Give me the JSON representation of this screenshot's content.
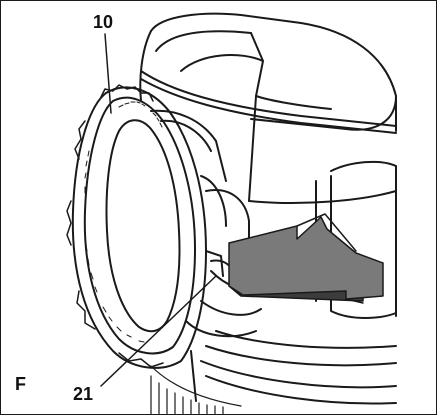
{
  "figure": {
    "letter": "F",
    "callouts": [
      {
        "id": "callout-10",
        "label": "10"
      },
      {
        "id": "callout-21",
        "label": "21"
      }
    ],
    "colors": {
      "line": "#1a1a1a",
      "arrow_fill": "#7a7a7a",
      "arrow_shadow": "#3c3c3c",
      "background": "#ffffff"
    }
  }
}
